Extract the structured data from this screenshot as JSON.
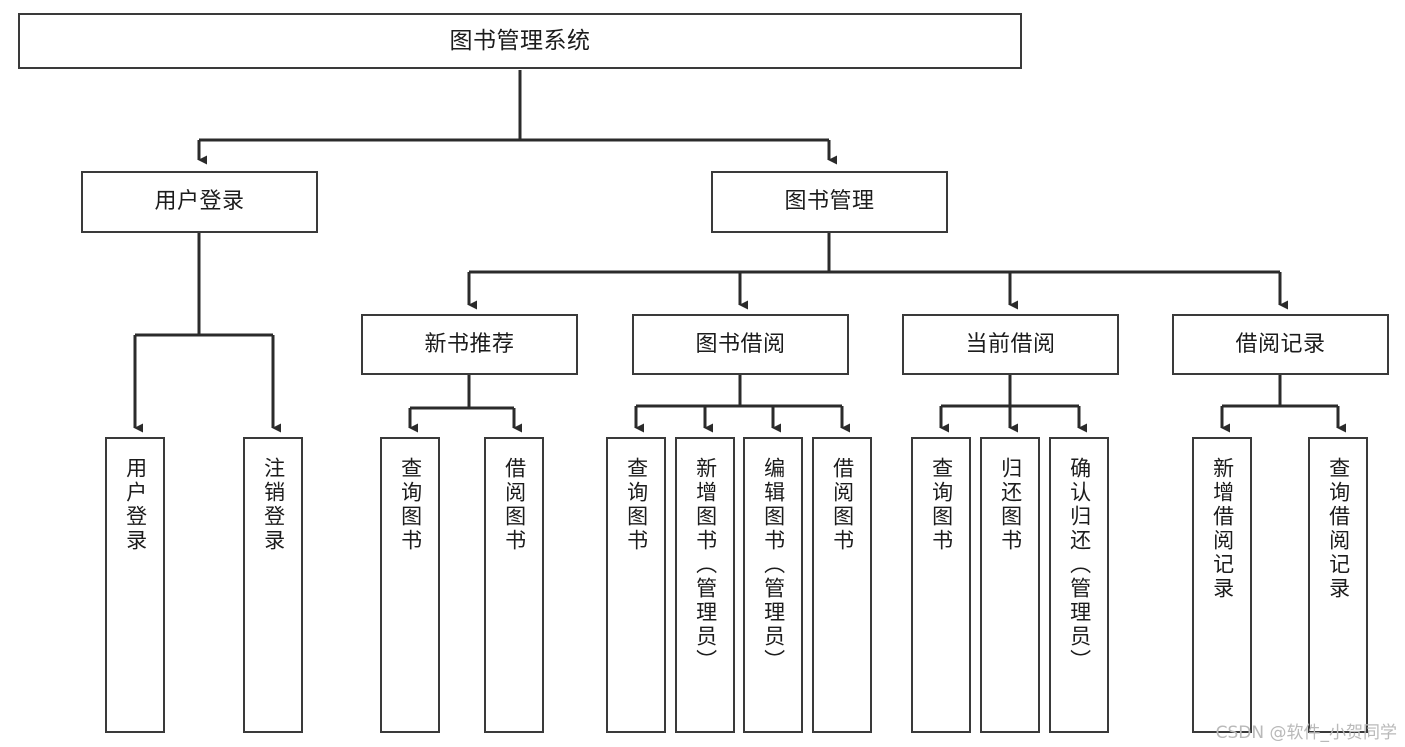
{
  "diagram": {
    "title": "图书管理系统",
    "type": "functional-structure-tree",
    "watermark": "CSDN @软件_小贺同学",
    "colors": {
      "background": "#ffffff",
      "box_border": "#3a3a3a",
      "box_fill": "#ffffff",
      "text": "#1c1c1c",
      "connector": "#2b2b2b",
      "watermark": "#b9b9b9"
    },
    "root": {
      "label": "图书管理系统"
    },
    "level2": [
      {
        "label": "用户登录"
      },
      {
        "label": "图书管理"
      }
    ],
    "level3": [
      {
        "label": "新书推荐"
      },
      {
        "label": "图书借阅"
      },
      {
        "label": "当前借阅"
      },
      {
        "label": "借阅记录"
      }
    ],
    "leaves": {
      "user_login": [
        {
          "label": "用户登录"
        },
        {
          "label": "注销登录"
        }
      ],
      "new_book_recommend": [
        {
          "label": "查询图书"
        },
        {
          "label": "借阅图书"
        }
      ],
      "book_borrow": [
        {
          "label": "查询图书"
        },
        {
          "label": "新增图书（管理员）"
        },
        {
          "label": "编辑图书（管理员）"
        },
        {
          "label": "借阅图书"
        }
      ],
      "current_borrow": [
        {
          "label": "查询图书"
        },
        {
          "label": "归还图书"
        },
        {
          "label": "确认归还（管理员）"
        }
      ],
      "borrow_record": [
        {
          "label": "新增借阅记录"
        },
        {
          "label": "查询借阅记录"
        }
      ]
    }
  }
}
